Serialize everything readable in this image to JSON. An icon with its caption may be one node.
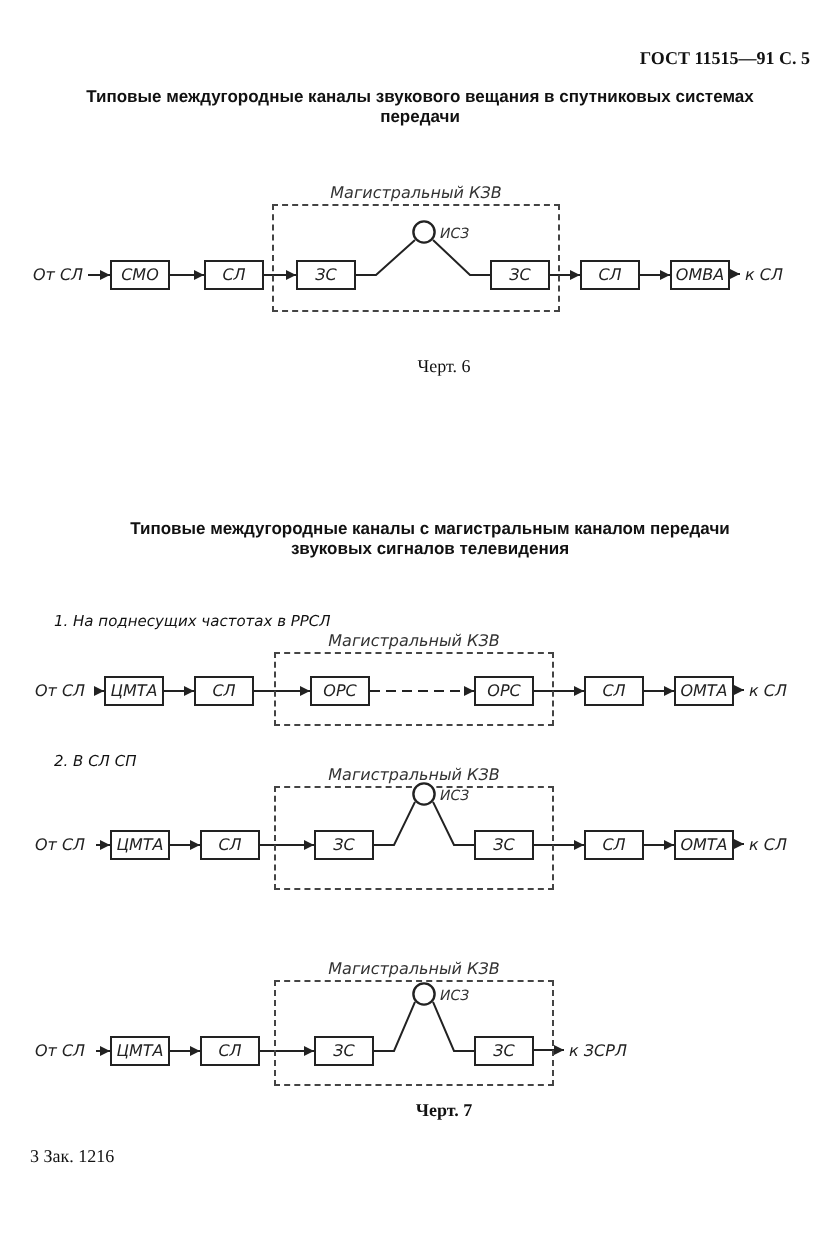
{
  "diagram": {
    "caption": "Черт. 7",
    "nodes": [
      {
        "text": [
          "От СЛ"
        ]
      },
      {
        "text": [
          "СМО"
        ]
      },
      {
        "text": [
          "СЛ"
        ]
      },
      {
        "text": [
          "Магистральный КЗВ"
        ]
      },
      {
        "text": [
          "ЗС"
        ],
        "in": 3
      },
      {
        "text": [],
        "shape": "circle",
        "in": 3,
        "beside": [
          "ИСЗ"
        ]
      },
      {
        "text": [
          "ЗС"
        ],
        "in": 3
      },
      {
        "text": [
          "СЛ"
        ]
      },
      {
        "text": [
          "ОМВА"
        ]
      },
      {
        "text": [
          "к СЛ"
        ]
      },
      {
        "text": [
          "От СЛ"
        ]
      },
      {
        "text": [
          "ЦМТА"
        ]
      },
      {
        "text": [
          "СЛ"
        ]
      },
      {
        "text": [
          "Магистральный КЗВ"
        ]
      },
      {
        "text": [
          "ОРС"
        ],
        "in": 13
      },
      {
        "text": [
          "ОРС"
        ],
        "in": 13
      },
      {
        "text": [
          "СЛ"
        ]
      },
      {
        "text": [
          "ОМТА"
        ]
      },
      {
        "text": [
          "к СЛ"
        ]
      },
      {
        "text": [
          "От СЛ"
        ]
      },
      {
        "text": [
          "ЦМТА"
        ]
      },
      {
        "text": [
          "СЛ"
        ]
      },
      {
        "text": [
          "Магистральный КЗВ"
        ]
      },
      {
        "text": [
          "ЗС"
        ],
        "in": 22
      },
      {
        "text": [],
        "shape": "circle",
        "in": 22,
        "beside": [
          "ИСЗ"
        ]
      },
      {
        "text": [
          "ЗС"
        ],
        "in": 22
      },
      {
        "text": [
          "СЛ"
        ]
      },
      {
        "text": [
          "ОМТА"
        ]
      },
      {
        "text": [
          "к СЛ"
        ]
      },
      {
        "text": [
          "От СЛ"
        ]
      },
      {
        "text": [
          "ЦМТА"
        ]
      },
      {
        "text": [
          "СЛ"
        ]
      },
      {
        "text": [
          "Магистральный КЗВ"
        ]
      },
      {
        "text": [
          "ЗС"
        ],
        "in": 32
      },
      {
        "text": [],
        "shape": "circle",
        "in": 32,
        "beside": [
          "ИСЗ"
        ]
      },
      {
        "text": [
          "ЗС"
        ],
        "in": 32
      },
      {
        "text": [
          "к ЗСРЛ"
        ]
      }
    ],
    "edges": [
      {
        "from": 0,
        "to": 1,
        "arrow": "to"
      },
      {
        "from": 1,
        "to": 2,
        "arrow": "to"
      },
      {
        "from": 2,
        "to": 4,
        "arrow": "to"
      },
      {
        "from": 4,
        "to": 5,
        "arrow": "none"
      },
      {
        "from": 5,
        "to": 6,
        "arrow": "none"
      },
      {
        "from": 6,
        "to": 7,
        "arrow": "to"
      },
      {
        "from": 7,
        "to": 8,
        "arrow": "to"
      },
      {
        "from": 8,
        "to": 9,
        "arrow": "to"
      },
      {
        "from": 10,
        "to": 11,
        "arrow": "to"
      },
      {
        "from": 11,
        "to": 12,
        "arrow": "to"
      },
      {
        "from": 12,
        "to": 14,
        "arrow": "to"
      },
      {
        "from": 14,
        "to": 15,
        "arrow": "to",
        "style": "dashed"
      },
      {
        "from": 15,
        "to": 16,
        "arrow": "to"
      },
      {
        "from": 16,
        "to": 17,
        "arrow": "to"
      },
      {
        "from": 17,
        "to": 18,
        "arrow": "to"
      },
      {
        "from": 19,
        "to": 20,
        "arrow": "to"
      },
      {
        "from": 20,
        "to": 21,
        "arrow": "to"
      },
      {
        "from": 21,
        "to": 23,
        "arrow": "to"
      },
      {
        "from": 23,
        "to": 24,
        "arrow": "none"
      },
      {
        "from": 24,
        "to": 25,
        "arrow": "none"
      },
      {
        "from": 25,
        "to": 26,
        "arrow": "to"
      },
      {
        "from": 26,
        "to": 27,
        "arrow": "to"
      },
      {
        "from": 27,
        "to": 28,
        "arrow": "to"
      },
      {
        "from": 29,
        "to": 30,
        "arrow": "to"
      },
      {
        "from": 30,
        "to": 31,
        "arrow": "to"
      },
      {
        "from": 31,
        "to": 33,
        "arrow": "to"
      },
      {
        "from": 33,
        "to": 34,
        "arrow": "none"
      },
      {
        "from": 34,
        "to": 35,
        "arrow": "none"
      },
      {
        "from": 35,
        "to": 36,
        "arrow": "to"
      }
    ],
    "labels": [
      "ГОСТ 11515—91 С. 5",
      "Типовые междугородные каналы звукового вещания в спутниковых системах передачи",
      "Черт. 6",
      "Типовые междугородные каналы с магистральным каналом передачи звуковых сигналов телевидения",
      "1. На поднесущих частотах в РРСЛ",
      "2. В СЛ СП",
      "3 Зак. 1216"
    ]
  }
}
